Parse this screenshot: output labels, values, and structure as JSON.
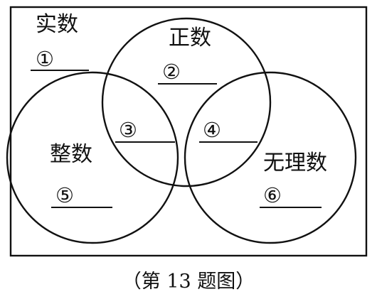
{
  "sets": {
    "real": {
      "name": "实数",
      "marker": "①"
    },
    "positive": {
      "name": "正数",
      "marker": "②"
    },
    "integer": {
      "name": "整数",
      "marker": "⑤"
    },
    "irrational": {
      "name": "无理数",
      "marker": "⑥"
    }
  },
  "intersections": {
    "positive_and_integer": {
      "marker": "③"
    },
    "positive_and_irrational": {
      "marker": "④"
    }
  },
  "caption": "（第 13 题图）"
}
